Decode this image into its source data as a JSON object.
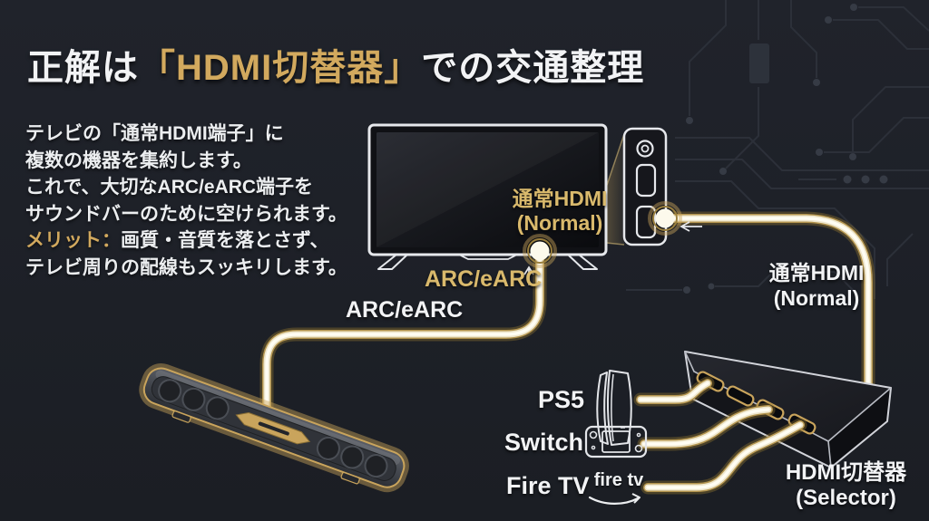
{
  "title": {
    "part1": "正解は",
    "part2": "「HDMI切替器」",
    "part3": "での交通整理"
  },
  "description": {
    "line1": "テレビの「通常HDMI端子」に",
    "line2": "複数の機器を集約します。",
    "line3": "これで、大切なARC/eARC端子を",
    "line4": "サウンドバーのために空けられます。",
    "line5_highlight": "メリット：",
    "line5_rest": "画質・音質を落とさず、",
    "line6": "テレビ周りの配線もスッキリします。"
  },
  "labels": {
    "tv_port_gold": {
      "line1": "通常HDMI",
      "line2": "(Normal)"
    },
    "arc_cable_gold": "ARC/eARC",
    "arc_cable_white": "ARC/eARC",
    "normal_cable_white": {
      "line1": "通常HDMI",
      "line2": "(Normal)"
    },
    "selector": {
      "line1": "HDMI切替器",
      "line2": "(Selector)"
    },
    "devices": [
      {
        "name": "PS5"
      },
      {
        "name": "Switch"
      },
      {
        "name": "Fire TV"
      }
    ],
    "firetv_logo": "fire tv"
  },
  "colors": {
    "background": "#1e2128",
    "gold_accent": "#d2a95e",
    "text_white": "#f2f3f5",
    "cable_core": "#fffdf3",
    "cable_glow": "#b3944e",
    "circuit_trace": "#2c3039"
  }
}
